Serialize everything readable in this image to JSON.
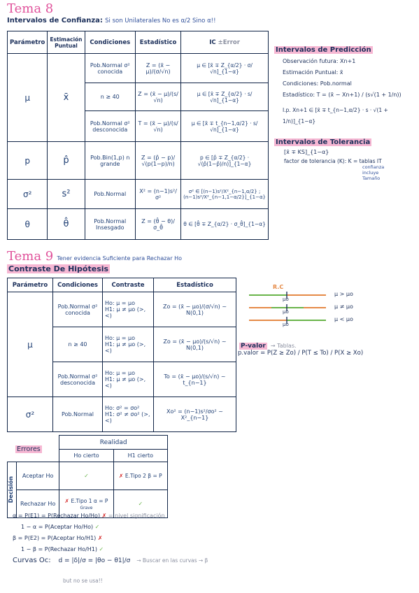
{
  "tema8": {
    "title": "Tema 8",
    "subtitle_main": "Intervalos de Confianza:",
    "subtitle_note": "Si son Unilaterales No es α/2 Sino α!!"
  },
  "table1": {
    "headers": [
      "Parámetro",
      "Estimación Puntual",
      "Condiciones",
      "Estadístico",
      "IC",
      "±Error"
    ],
    "rows": [
      {
        "param": "μ",
        "est": "x̄",
        "cond": "Pob.Normal σ² conocida",
        "stat": "Z = (x̄ − μ)/(σ/√n)",
        "ic": "μ ∈ [x̄ ∓ Z_{α/2} · σ/√n]_{1−α}"
      },
      {
        "param": "",
        "est": "",
        "cond": "n ≥ 40",
        "stat": "Z = (x̄ − μ)/(s/√n)",
        "ic": "μ ∈ [x̄ ∓ Z_{α/2} · s/√n]_{1−α}"
      },
      {
        "param": "",
        "est": "",
        "cond": "Pob.Normal σ² desconocida",
        "stat": "T = (x̄ − μ)/(s/√n)",
        "ic": "μ ∈ [x̄ ∓ t_{n−1,α/2} · s/√n]_{1−α}"
      },
      {
        "param": "p",
        "est": "p̂",
        "cond": "Pob.Bin(1,p) n grande",
        "stat": "Z = (p̂ − p)/√(p(1−p)/n)",
        "ic": "p ∈ [p̂ ∓ Z_{α/2} · √(p̂(1−p̂)/n)]_{1−α}"
      },
      {
        "param": "σ²",
        "est": "s²",
        "cond": "Pob.Normal",
        "stat": "X² = (n−1)s²/σ²",
        "ic": "σ² ∈ [(n−1)s²/X²_{n−1,α/2} ; (n−1)s²/X²_{n−1,1−α/2}]_{1−α}"
      },
      {
        "param": "θ",
        "est": "θ̂",
        "cond": "Pob.Normal Insesgado",
        "stat": "Z = (θ̂ − θ)/σ_θ̂",
        "ic": "θ ∈ [θ̂ ∓ Z_{α/2} · σ_θ̂]_{1−α}"
      }
    ]
  },
  "prediccion": {
    "title": "Intervalos de Predicción",
    "lines": [
      "Observación futura: Xn+1",
      "Estimación Puntual: x̄",
      "Condiciones: Pob.normal",
      "Estadístico: T = (x̄ − Xn+1) / (s√(1 + 1/n))",
      "I.p. Xn+1 ∈ [x̄ ∓ t_{n−1,α/2} · s · √(1 + 1/n)]_{1−α}"
    ]
  },
  "tolerancia": {
    "title": "Intervalos de Tolerancia",
    "formula": "[x̄ ∓ KS]_{1−α}",
    "factor": "factor de tolerancia (K): K = tablas IT",
    "factor_notes": [
      "confianza",
      "incluye",
      "Tamaño"
    ]
  },
  "tema9": {
    "title": "Tema 9",
    "subtitle": "Tener evidencia Suficiente para Rechazar Ho",
    "section": "Contraste De Hipótesis"
  },
  "table2": {
    "headers": [
      "Parámetro",
      "Condiciones",
      "Contraste",
      "Estadístico"
    ],
    "rows": [
      {
        "param": "μ",
        "cond": "Pob.Normal σ² conocida",
        "contraste": [
          "Ho: μ = μo",
          "H1: μ ≠ μo (>,<)"
        ],
        "stat": "Zo = (x̄ − μo)/(σ/√n) ~ N(0,1)"
      },
      {
        "param": "",
        "cond": "n ≥ 40",
        "contraste": [
          "Ho: μ = μo",
          "H1: μ ≠ μo (>,<)"
        ],
        "stat": "Zo = (x̄ − μo)/(s/√n) ~ N(0,1)"
      },
      {
        "param": "",
        "cond": "Pob.Normal σ² desconocida",
        "contraste": [
          "Ho: μ = μo",
          "H1: μ ≠ μo (>,<)"
        ],
        "stat": "To = (x̄ − μo)/(s/√n) ~ t_{n−1}"
      },
      {
        "param": "σ²",
        "cond": "Pob.Normal",
        "contraste": [
          "Ho: σ² = σo²",
          "H1: σ² ≠ σo² (>,<)"
        ],
        "stat": "Xo² = (n−1)s²/σo² ~ X²_{n−1}"
      }
    ]
  },
  "rc": {
    "label": "R.C",
    "lines": [
      {
        "mu": "μo",
        "hyp": "μ > μo"
      },
      {
        "mu": "μo",
        "hyp": "μ ≠ μo"
      },
      {
        "mu": "μo",
        "hyp": "μ < μo"
      }
    ]
  },
  "pvalor": {
    "label": "P-valor",
    "note": "→ Tablas.",
    "formula": "p.valor = P(Z ≥ Zo) / P(T ≤ To) / P(X ≥ Xo)"
  },
  "errores": {
    "title": "Errores",
    "realidad": "Realidad",
    "col_headers": [
      "Ho cierto",
      "H1 cierto"
    ],
    "decision": "Decisión",
    "row_labels": [
      "Aceptar Ho",
      "Rechazar Ho"
    ],
    "cells": [
      [
        "✓",
        "E.Tipo 2 β = P"
      ],
      [
        "E.Tipo 1 α = P",
        "✓"
      ]
    ],
    "cell_extra": "Grave"
  },
  "bottom": {
    "lines": [
      {
        "text": "α = P(E1) = P(Rechazar Ho/Ho)",
        "mark": "✗",
        "note": "= nivel significación"
      },
      {
        "text": "1 − α = P(Aceptar Ho/Ho)",
        "mark": "✓",
        "note": ""
      },
      {
        "text": "β = P(E2) = P(Aceptar Ho/H1)",
        "mark": "✗",
        "note": ""
      },
      {
        "text": "1 − β = P(Rechazar Ho/H1)",
        "mark": "✓",
        "note": ""
      }
    ],
    "curvas_label": "Curvas Oc:",
    "curvas_formula": "d = |δ|/σ = |θo − θ1|/σ",
    "curvas_note": "→ Buscar en las curvas → β",
    "footer": "but no se usa!!"
  },
  "colors": {
    "pink": "#e0529b",
    "ink": "#1f3f74",
    "green": "#69b44a",
    "red": "#d21b1b",
    "orange": "#e58a47"
  }
}
